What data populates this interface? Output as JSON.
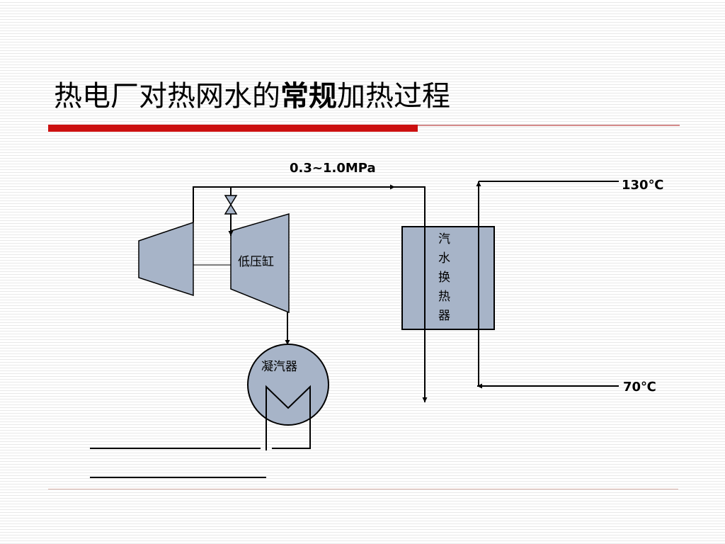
{
  "slide": {
    "title": {
      "part1": "热电厂对热网水的",
      "part2_bold": "常规",
      "part3": "加热过程"
    }
  },
  "diagram": {
    "pressure_label": "0.3~1.0MPa",
    "turbine_label": "低压缸",
    "condenser_label": "凝汽器",
    "heat_exchanger_label": [
      "汽",
      "水",
      "换",
      "热",
      "器"
    ],
    "supply_temp": "130℃",
    "return_temp": "70℃"
  },
  "colors": {
    "equipment_fill": "#a7b4c8",
    "line": "#000000",
    "title_bar": "#cc1111"
  }
}
